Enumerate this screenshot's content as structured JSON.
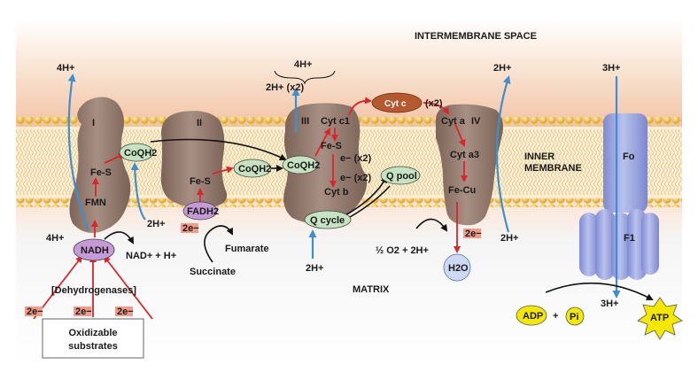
{
  "regions": {
    "intermembrane_space": "INTERMEMBRANE SPACE",
    "inner_membrane_line1": "INNER",
    "inner_membrane_line2": "MEMBRANE",
    "matrix": "MATRIX"
  },
  "complexes": {
    "I": {
      "label": "I",
      "parts": [
        "Fe-S",
        "FMN"
      ]
    },
    "II": {
      "label": "II",
      "parts": [
        "Fe-S"
      ]
    },
    "III": {
      "label": "III",
      "parts": [
        "Cyt c1",
        "Fe-S",
        "Cyt b"
      ],
      "electrons": [
        "e− (x2)",
        "e− (x2)"
      ]
    },
    "IV": {
      "label": "IV",
      "parts": [
        "Cyt a",
        "Cyt a3",
        "Fe-Cu"
      ]
    },
    "synthase": {
      "Fo": "Fo",
      "F1": "F1"
    }
  },
  "carriers": {
    "coqh2_1": "CoQH2",
    "coqh2_2": "CoQH2",
    "coqh2_3": "CoQH2",
    "cytc": "Cyt c",
    "cytc_mult": "(x2)",
    "qpool": "Q pool",
    "qcycle": "Q cycle",
    "fadh2": "FADH2",
    "nadh": "NADH"
  },
  "protons": {
    "i_out": "4H+",
    "i_in": "4H+",
    "i_in2": "2H+",
    "iii_out": "4H+",
    "iii_out2": "2H+ (x2)",
    "iii_in": "2H+",
    "iv_out": "2H+",
    "iv_in": "2H+",
    "synth_out": "3H+",
    "synth_in": "3H+"
  },
  "reactions": {
    "nad_plus": "NAD+ + H+",
    "fumarate": "Fumarate",
    "succinate": "Succinate",
    "fadh_e": "2e−",
    "iv_e": "2e−",
    "oxygen": "½ O2 + 2H+",
    "water": "H2O",
    "adp": "ADP",
    "plus": "+",
    "pi": "Pi",
    "atp": "ATP"
  },
  "substrates": {
    "dehydrogenases": "[Dehydrogenases]",
    "e1": "2e−",
    "e2": "2e−",
    "e3": "2e−",
    "box_line1": "Oxidizable",
    "box_line2": "substrates"
  },
  "colors": {
    "protein": "#9c8377",
    "red_arrow": "#d8262a",
    "blue_arrow": "#3f8fd0",
    "lipid_head": "#e8b830",
    "synthase": "#9aa6dd",
    "coq": "#c5e3c0",
    "cytc": "#b55a30",
    "nadh": "#c59ad6",
    "atp": "#f5e800",
    "water": "#cdd9f3"
  }
}
